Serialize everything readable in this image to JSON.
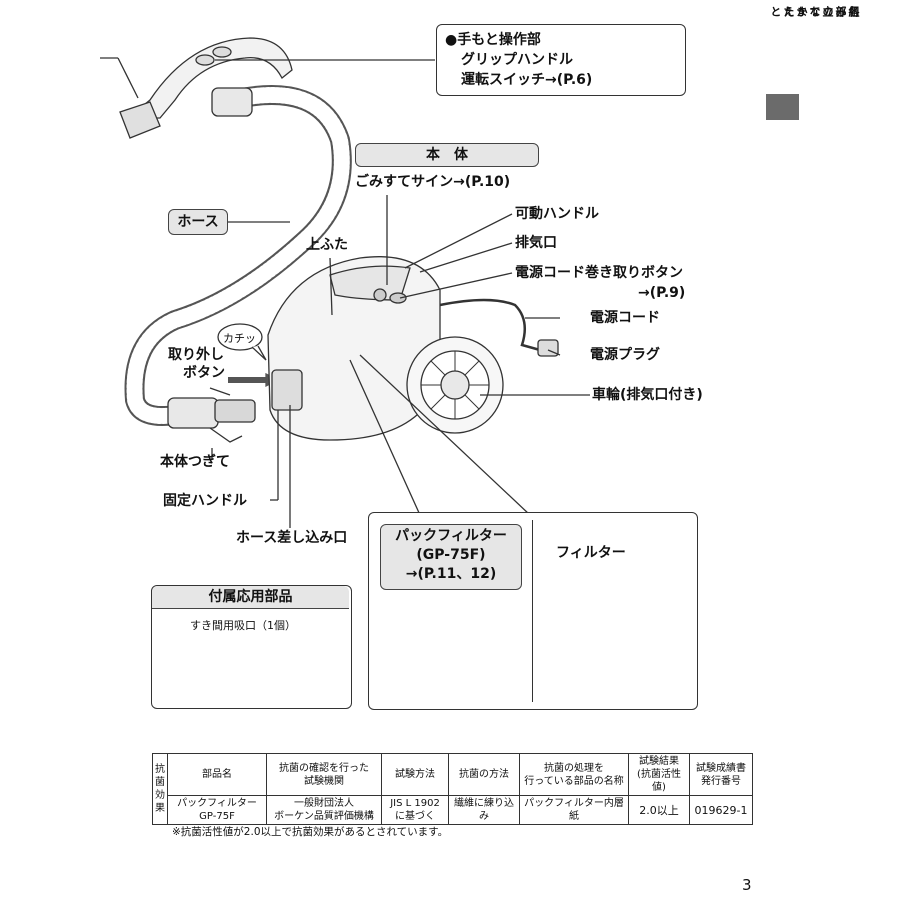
{
  "side_tab": {
    "col1": "各部のなまえと",
    "col2": "組み立てかた"
  },
  "callout_hand": {
    "line1": "●手もと操作部",
    "line2": "グリップハンドル",
    "line3": "運転スイッチ→(P.6)"
  },
  "body_box": {
    "title": "本　体",
    "sub": "ごみすてサイン→(P.10)"
  },
  "labels": {
    "movable_handle": "可動ハンドル",
    "exhaust": "排気口",
    "cord_rewind_1": "電源コード巻き取りボタン",
    "cord_rewind_2": "→(P.9)",
    "power_cord": "電源コード",
    "power_plug": "電源プラグ",
    "wheel": "車輪(排気口付き)",
    "hose": "ホース",
    "top_cover": "上ふた",
    "katchi": "カチッ",
    "release_1": "取り外し",
    "release_2": "ボタン",
    "body_joint": "本体つぎて",
    "fixed_handle": "固定ハンドル",
    "hose_inlet": "ホース差し込み口"
  },
  "pack_filter": {
    "line1": "パックフィルター",
    "line2": "(GP-75F)",
    "line3": "→(P.11、12)",
    "filter_label": "フィルター"
  },
  "accessory": {
    "title": "付属応用部品",
    "item": "すき間用吸口（1個）"
  },
  "antibacterial_table": {
    "row_header": [
      "抗",
      "菌",
      "効",
      "果"
    ],
    "headers": [
      [
        "部品名"
      ],
      [
        "抗菌の確認を行った",
        "試験機関"
      ],
      [
        "試験方法"
      ],
      [
        "抗菌の方法"
      ],
      [
        "抗菌の処理を",
        "行っている部品の名称"
      ],
      [
        "試験結果",
        "(抗菌活性値)"
      ],
      [
        "試験成績書",
        "発行番号"
      ]
    ],
    "row": [
      [
        "パックフィルター",
        "GP-75F"
      ],
      [
        "一般財団法人",
        "ボーケン品質評価機構"
      ],
      [
        "JIS L 1902",
        "に基づく"
      ],
      [
        "繊維に練り込み"
      ],
      [
        "パックフィルター内層紙"
      ],
      [
        "2.0以上"
      ],
      [
        "019629-1"
      ]
    ]
  },
  "note": "※抗菌活性値が2.0以上で抗菌効果があるとされています。",
  "page_number": "3"
}
